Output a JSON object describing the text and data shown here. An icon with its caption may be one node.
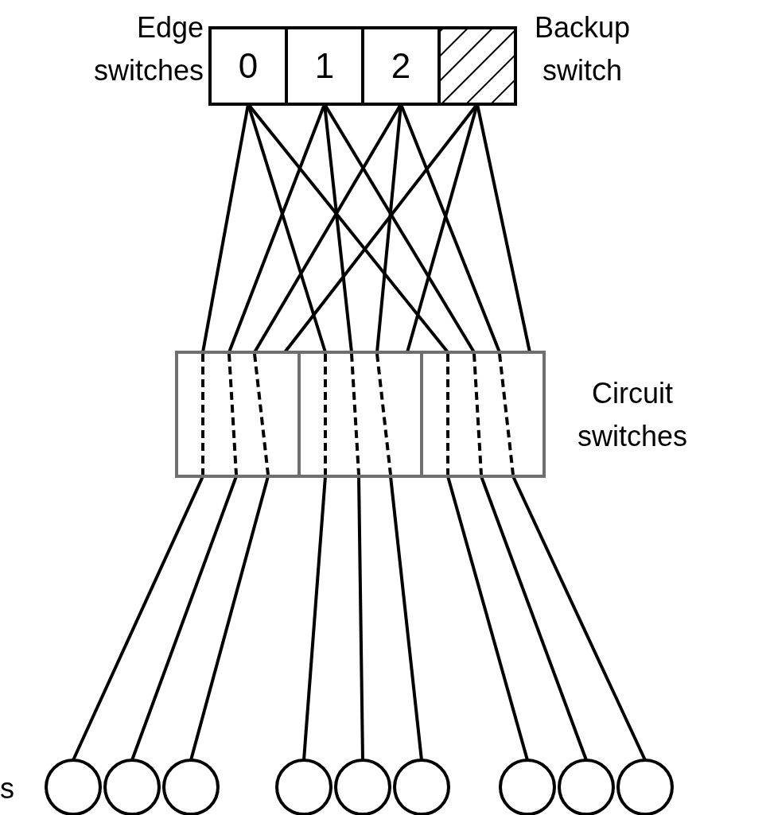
{
  "diagram": {
    "nodes": [
      {
        "text": [
          "0"
        ]
      },
      {
        "text": [
          "1"
        ]
      },
      {
        "text": [
          "2"
        ]
      },
      {
        "text": [],
        "shape": "box"
      },
      {
        "text": [],
        "shape": "box"
      },
      {
        "text": [],
        "shape": "box"
      },
      {
        "text": [],
        "shape": "box"
      },
      {
        "text": [],
        "shape": "circle"
      },
      {
        "text": [],
        "shape": "circle"
      },
      {
        "text": [],
        "shape": "circle"
      },
      {
        "text": [],
        "shape": "circle"
      },
      {
        "text": [],
        "shape": "circle"
      },
      {
        "text": [],
        "shape": "circle"
      },
      {
        "text": [],
        "shape": "circle"
      },
      {
        "text": [],
        "shape": "circle"
      },
      {
        "text": [],
        "shape": "circle"
      }
    ],
    "edges": [
      {
        "from": 0,
        "to": 4,
        "arrow": "none"
      },
      {
        "from": 0,
        "to": 5,
        "arrow": "none"
      },
      {
        "from": 0,
        "to": 6,
        "arrow": "none"
      },
      {
        "from": 1,
        "to": 4,
        "arrow": "none"
      },
      {
        "from": 1,
        "to": 5,
        "arrow": "none"
      },
      {
        "from": 1,
        "to": 6,
        "arrow": "none"
      },
      {
        "from": 2,
        "to": 4,
        "arrow": "none"
      },
      {
        "from": 2,
        "to": 5,
        "arrow": "none"
      },
      {
        "from": 2,
        "to": 6,
        "arrow": "none"
      },
      {
        "from": 3,
        "to": 4,
        "arrow": "none"
      },
      {
        "from": 3,
        "to": 5,
        "arrow": "none"
      },
      {
        "from": 3,
        "to": 6,
        "arrow": "none"
      },
      {
        "from": 4,
        "to": 7,
        "arrow": "none"
      },
      {
        "from": 4,
        "to": 8,
        "arrow": "none"
      },
      {
        "from": 4,
        "to": 9,
        "arrow": "none"
      },
      {
        "from": 5,
        "to": 10,
        "arrow": "none"
      },
      {
        "from": 5,
        "to": 11,
        "arrow": "none"
      },
      {
        "from": 5,
        "to": 12,
        "arrow": "none"
      },
      {
        "from": 6,
        "to": 13,
        "arrow": "none"
      },
      {
        "from": 6,
        "to": 14,
        "arrow": "none"
      },
      {
        "from": 6,
        "to": 15,
        "arrow": "none"
      }
    ],
    "labels": [
      "Edge switches",
      "Backup switch",
      "Circuit switches",
      "s"
    ]
  }
}
